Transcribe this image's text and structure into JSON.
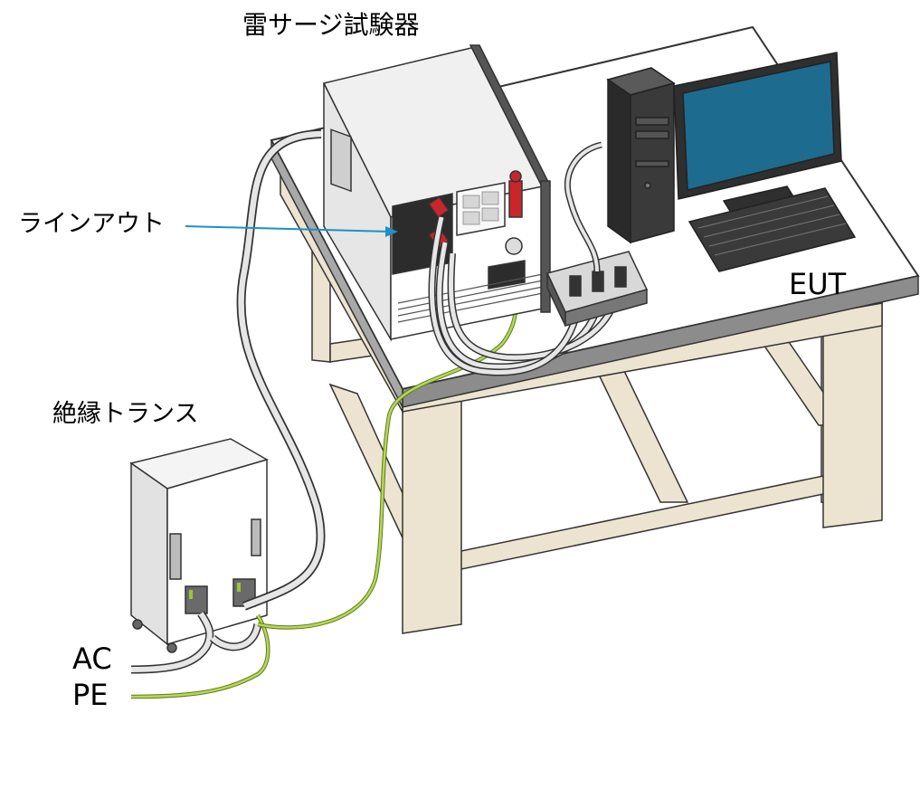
{
  "labels": {
    "surge_tester": "雷サージ試験器",
    "line_out": "ラインアウト",
    "isolation_transformer": "絶縁トランス",
    "eut": "EUT",
    "ac": "AC",
    "pe": "PE"
  },
  "colors": {
    "table_top": "#ffffff",
    "table_edge": "#8c8c8c",
    "table_legs": "#ece4d0",
    "line_out_arrow": "#1e90c8",
    "ground_wire": "#9fc23a",
    "cable": "#e6e6e6",
    "monitor_screen": "#1d6b8e",
    "pc_case": "#3a3a3a",
    "coupler_red": "#c8262c"
  },
  "icons": {
    "surge_tester": "surge-tester-unit-icon",
    "transformer": "isolation-transformer-icon",
    "pc": "desktop-pc-icon",
    "coupler": "coupling-clamp-icon"
  }
}
